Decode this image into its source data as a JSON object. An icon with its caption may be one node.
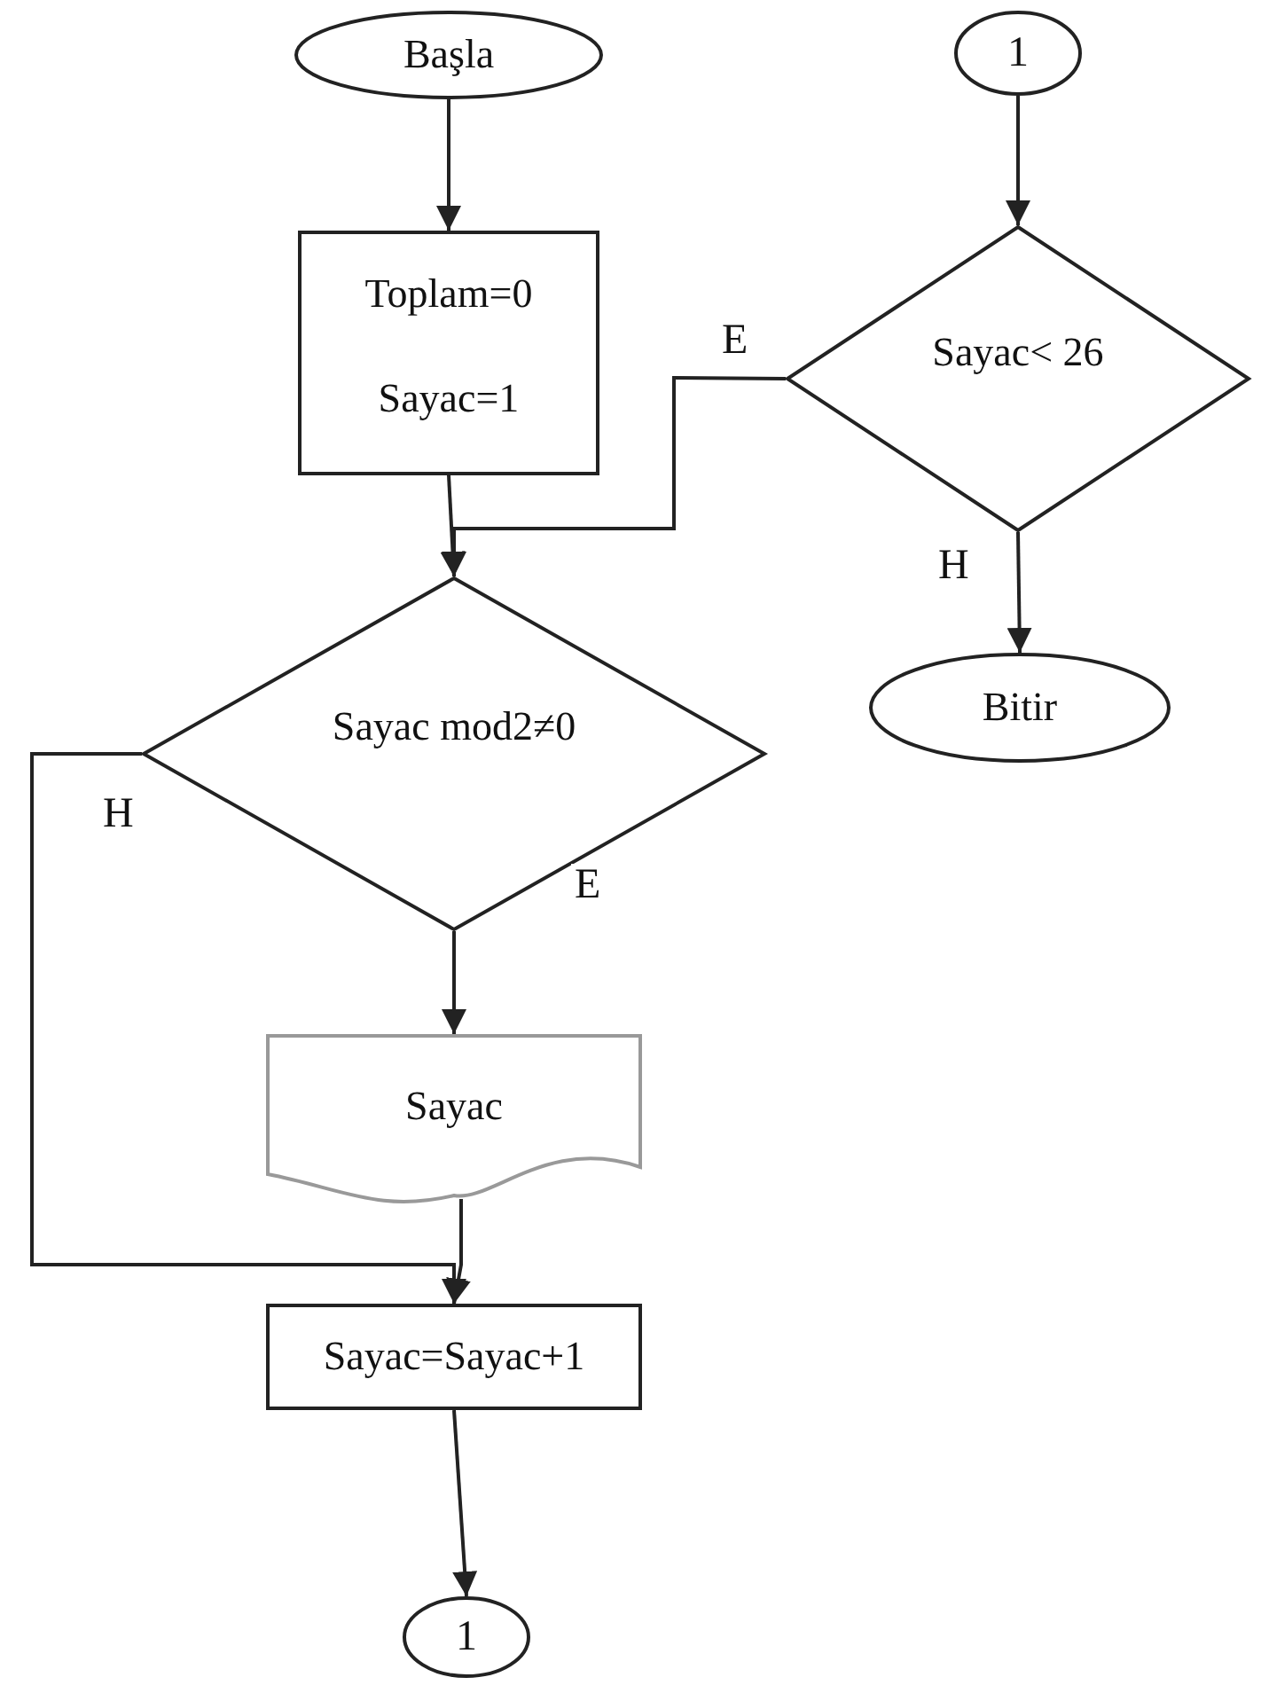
{
  "diagram": {
    "nodes": [
      {
        "text": [
          "Başla"
        ]
      },
      {
        "text": [
          "Toplam=0",
          "Sayac=1"
        ]
      },
      {
        "text": [
          "Sayac mod2≠0"
        ]
      },
      {
        "text": [
          "Sayac"
        ]
      },
      {
        "text": [
          "Sayac=Sayac+1"
        ]
      },
      {
        "text": [
          "1"
        ]
      },
      {
        "text": [
          "1"
        ]
      },
      {
        "text": [
          "Sayac< 26"
        ]
      },
      {
        "text": [
          "Bitir"
        ]
      }
    ],
    "edges": [
      {
        "from": 0,
        "to": 1,
        "arrow": "to"
      },
      {
        "from": 1,
        "to": 2,
        "arrow": "to"
      },
      {
        "from": 2,
        "to": 3,
        "arrow": "to",
        "label": "E"
      },
      {
        "from": 2,
        "to": 4,
        "arrow": "to",
        "label": "H"
      },
      {
        "from": 3,
        "to": 4,
        "arrow": "to"
      },
      {
        "from": 4,
        "to": 5,
        "arrow": "to"
      },
      {
        "from": 6,
        "to": 7,
        "arrow": "to"
      },
      {
        "from": 7,
        "to": 2,
        "arrow": "to",
        "label": "E"
      },
      {
        "from": 7,
        "to": 8,
        "arrow": "to",
        "label": "H"
      }
    ]
  }
}
